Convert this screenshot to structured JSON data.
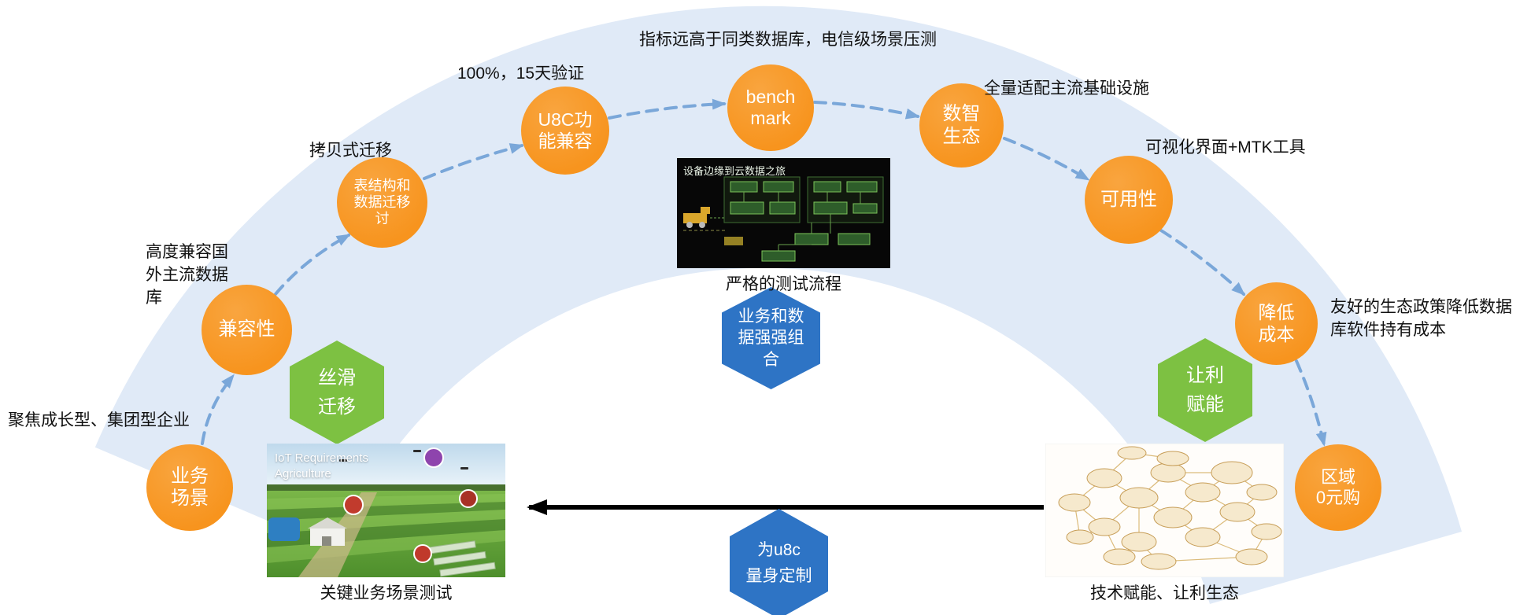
{
  "colors": {
    "band": "#E0EAF7",
    "node_orange": "#F7941E",
    "node_orange_light": "#F9A53F",
    "hex_green": "#7DC142",
    "hex_blue": "#2E74C5",
    "dashed_arrow": "#7AA7D9",
    "black_arrow": "#000000",
    "text": "#111111"
  },
  "nodes": [
    {
      "id": "business-scenario",
      "label": "业务\n场景"
    },
    {
      "id": "compatibility",
      "label": "兼容性"
    },
    {
      "id": "schema-migration",
      "label": "表结构和\n数据迁移\n讨"
    },
    {
      "id": "u8c-compat",
      "label": "U8C功\n能兼容"
    },
    {
      "id": "benchmark",
      "label": "bench\nmark"
    },
    {
      "id": "digital-ecosystem",
      "label": "数智\n生态"
    },
    {
      "id": "availability",
      "label": "可用性"
    },
    {
      "id": "cost-reduction",
      "label": "降低\n成本"
    },
    {
      "id": "region-zero-purchase",
      "label": "区域\n0元购"
    }
  ],
  "annotations": [
    {
      "id": "focus",
      "text": "聚焦成长型、集团型企业"
    },
    {
      "id": "compat-note",
      "text": "高度兼容国\n外主流数据\n库"
    },
    {
      "id": "copy-migration",
      "text": "拷贝式迁移"
    },
    {
      "id": "verification",
      "text": "100%，15天验证"
    },
    {
      "id": "benchmark-note",
      "text": "指标远高于同类数据库，电信级场景压测"
    },
    {
      "id": "infrastructure",
      "text": "全量适配主流基础设施"
    },
    {
      "id": "visual-tools",
      "text": "可视化界面+MTK工具"
    },
    {
      "id": "eco-policy",
      "text": "友好的生态政策降低数据\n库软件持有成本"
    }
  ],
  "hexagons": [
    {
      "id": "smooth-migration",
      "label": "丝滑\n迁移"
    },
    {
      "id": "profit-enabling",
      "label": "让利\n赋能"
    },
    {
      "id": "biz-data-combo",
      "label": "业务和数\n据强强组\n合"
    },
    {
      "id": "u8c-tailored",
      "label": "为u8c\n量身定制"
    }
  ],
  "figures": [
    {
      "title": "设备边缘到云数据之旅",
      "caption": "严格的测试流程"
    },
    {
      "title_line1": "IoT Requirements",
      "title_line2": "Agriculture",
      "caption": "关键业务场景测试"
    },
    {
      "caption": "技术赋能、让利生态"
    }
  ]
}
